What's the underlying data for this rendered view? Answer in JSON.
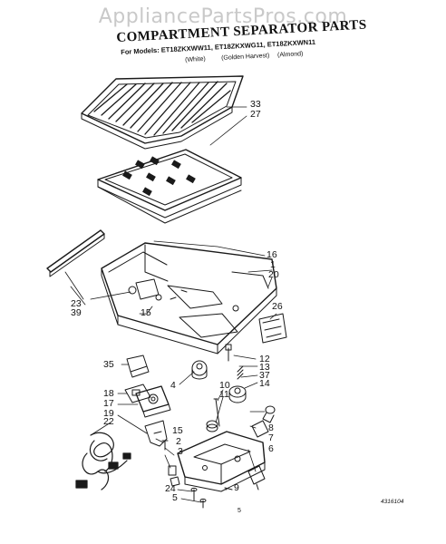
{
  "watermark": "AppliancePartsPros.com",
  "title": "COMPARTMENT SEPARATOR PARTS",
  "models_line": "For Models: ET18ZKXWW11, ET18ZKXWG11, ET18ZKXWN11",
  "finishes": [
    "(White)",
    "(Golden Harvest)",
    "(Almond)"
  ],
  "callouts": {
    "c33": "33",
    "c27": "27",
    "c16": "16",
    "c1": "1",
    "c20": "20",
    "c26": "26",
    "c23": "23",
    "c39": "39",
    "c15a": "15",
    "c12": "12",
    "c13": "13",
    "c37": "37",
    "c14": "14",
    "c35": "35",
    "c18": "18",
    "c17": "17",
    "c19": "19",
    "c22": "22",
    "c4": "4",
    "c10": "10",
    "c11": "11",
    "c8": "8",
    "c7": "7",
    "c6": "6",
    "c15b": "15",
    "c2": "2",
    "c3": "3",
    "c24": "24",
    "c5": "5",
    "c9": "9"
  },
  "page_number": "5",
  "doc_number": "4316104"
}
